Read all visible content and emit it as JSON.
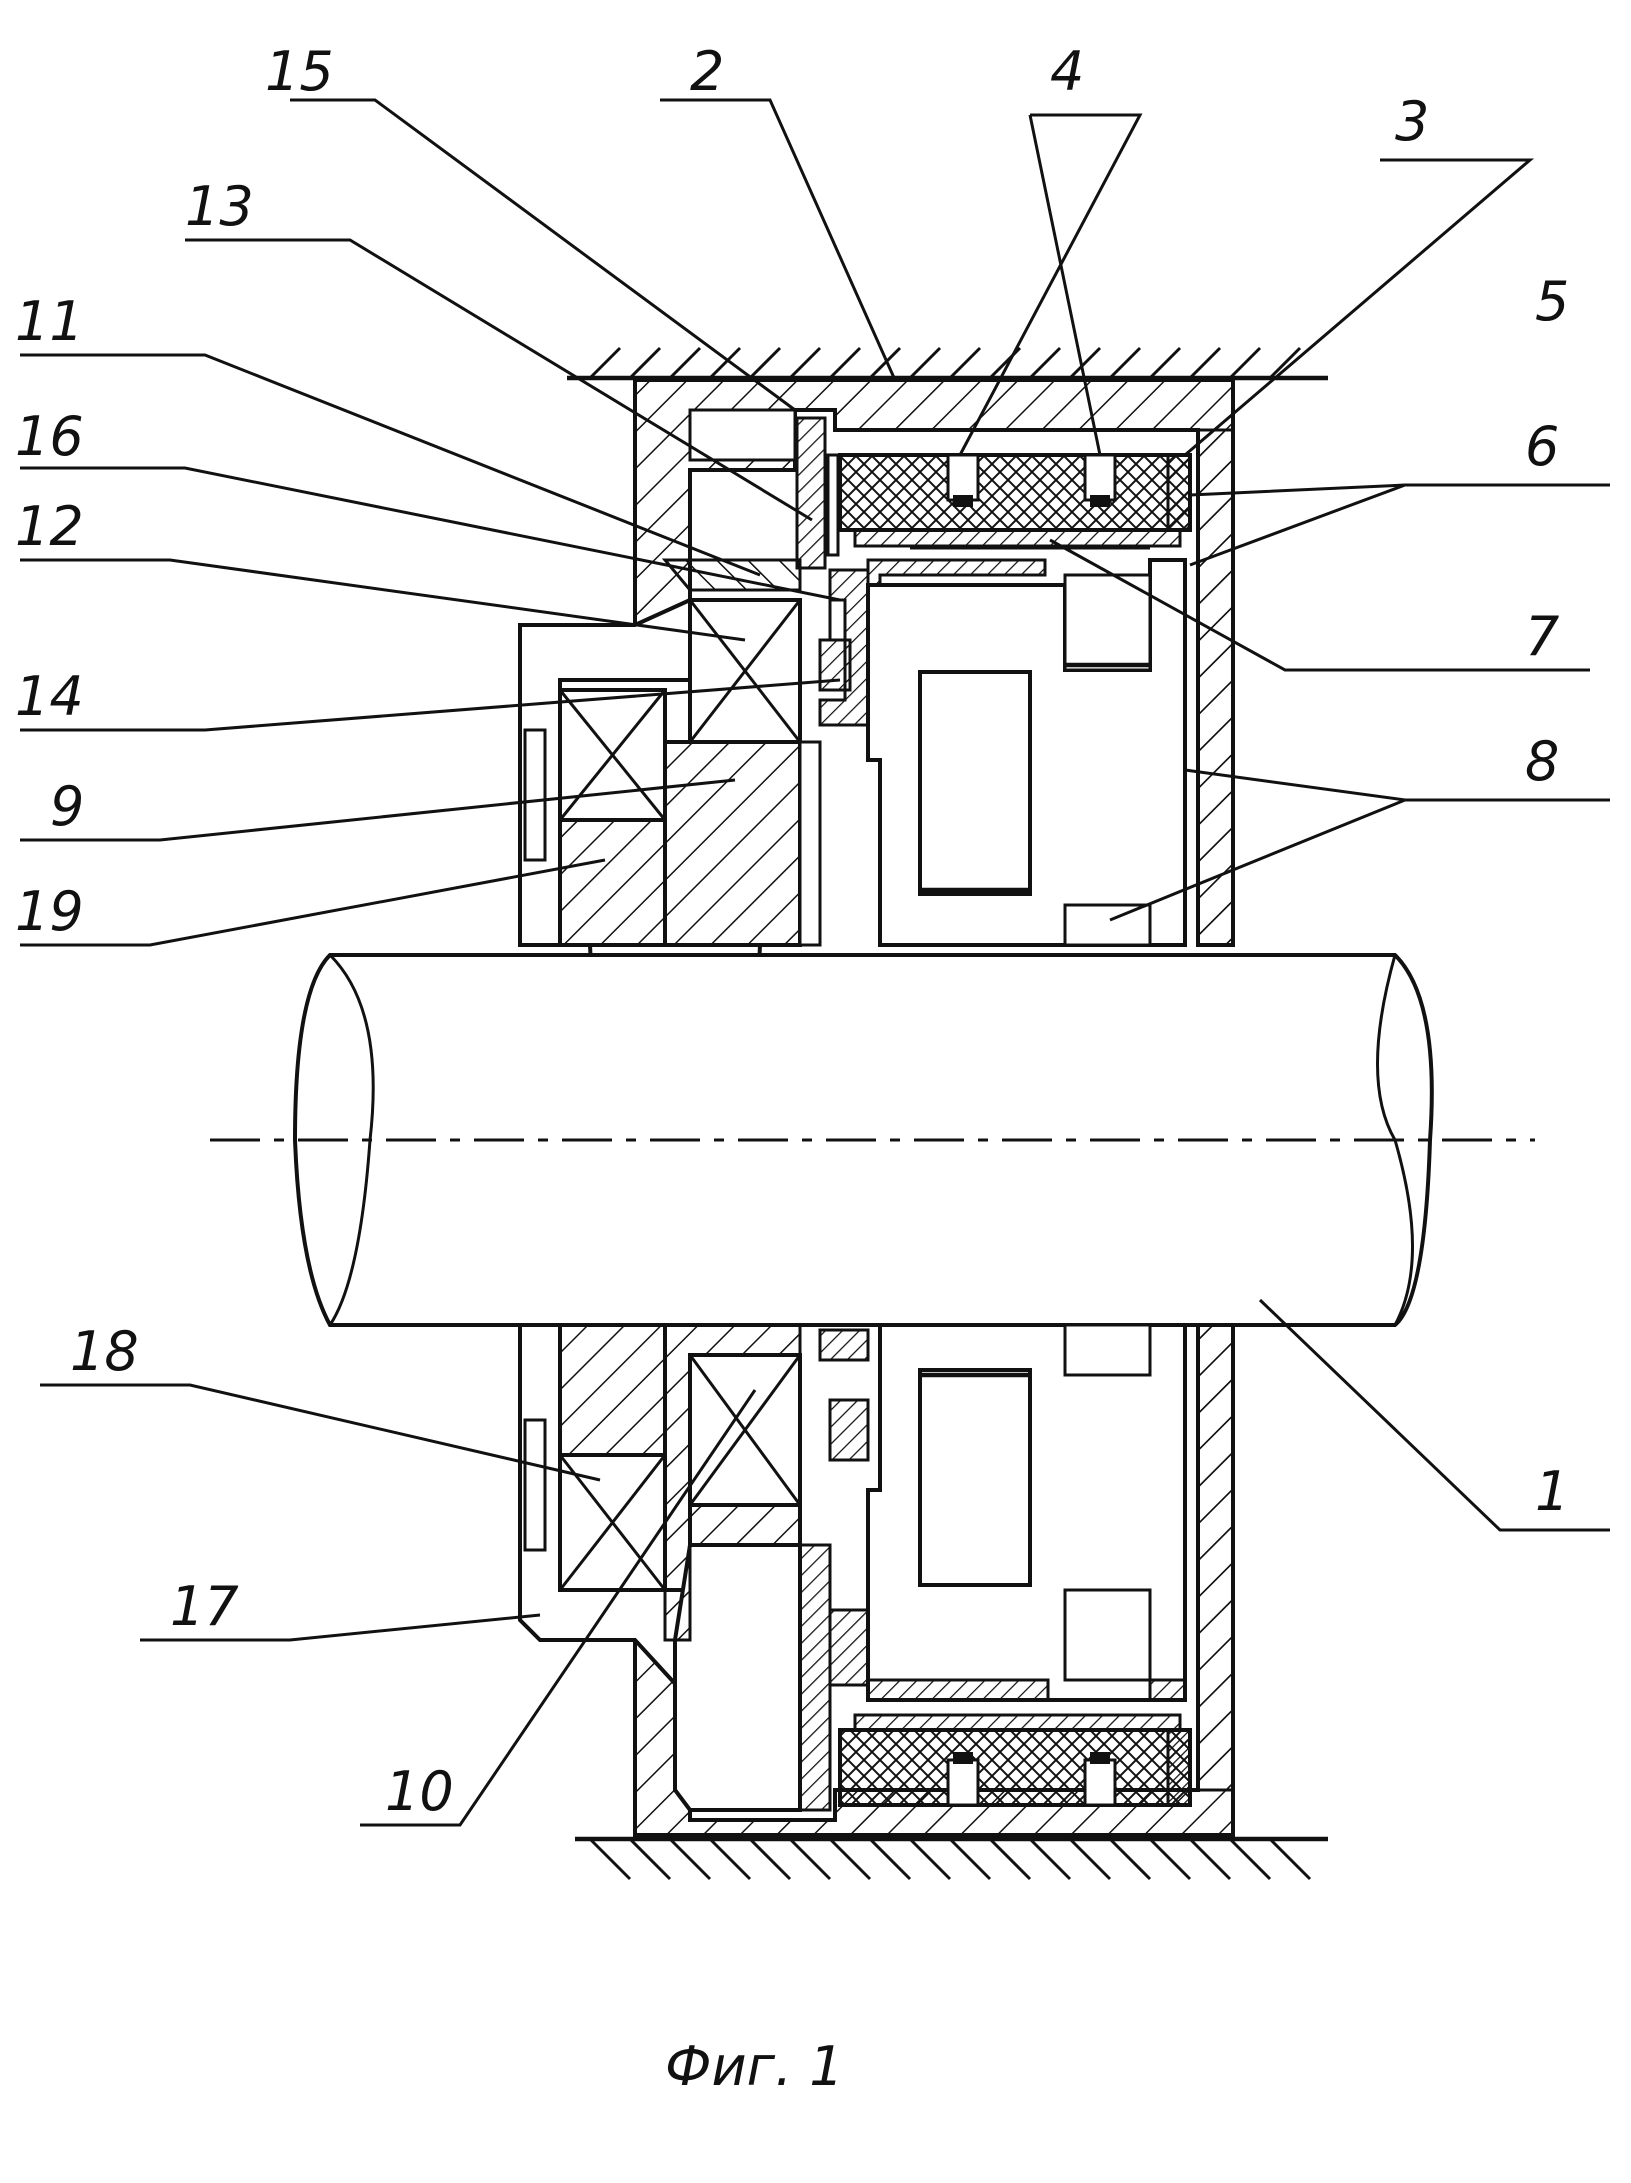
{
  "figure": {
    "caption": "Фиг. 1",
    "labels": [
      {
        "id": "1",
        "text": "1"
      },
      {
        "id": "2",
        "text": "2"
      },
      {
        "id": "3",
        "text": "3"
      },
      {
        "id": "4",
        "text": "4"
      },
      {
        "id": "5",
        "text": "5"
      },
      {
        "id": "6",
        "text": "6"
      },
      {
        "id": "7",
        "text": "7"
      },
      {
        "id": "8",
        "text": "8"
      },
      {
        "id": "9",
        "text": "9"
      },
      {
        "id": "10",
        "text": "10"
      },
      {
        "id": "11",
        "text": "11"
      },
      {
        "id": "12",
        "text": "12"
      },
      {
        "id": "13",
        "text": "13"
      },
      {
        "id": "14",
        "text": "14"
      },
      {
        "id": "15",
        "text": "15"
      },
      {
        "id": "16",
        "text": "16"
      },
      {
        "id": "17",
        "text": "17"
      },
      {
        "id": "18",
        "text": "18"
      },
      {
        "id": "19",
        "text": "19"
      }
    ]
  }
}
